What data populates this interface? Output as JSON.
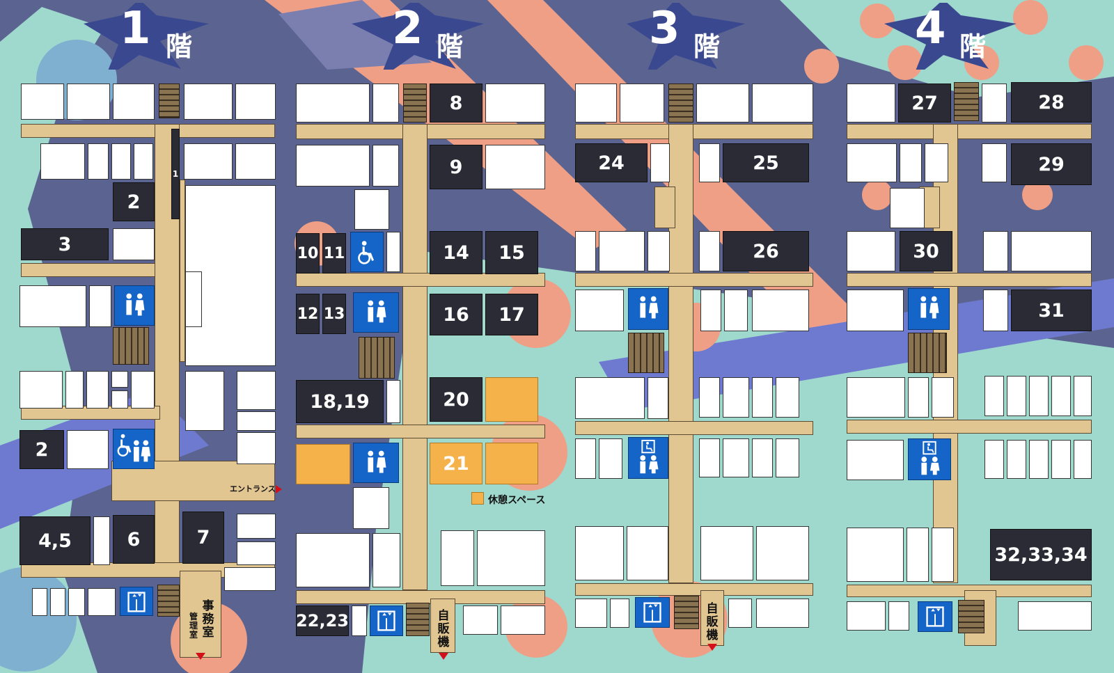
{
  "floors": [
    {
      "num": "1",
      "kai": "階"
    },
    {
      "num": "2",
      "kai": "階"
    },
    {
      "num": "3",
      "kai": "階"
    },
    {
      "num": "4",
      "kai": "階"
    }
  ],
  "booths": {
    "b1": "1",
    "b2a": "2",
    "b3": "3",
    "b2b": "2",
    "b45": "4,5",
    "b6": "6",
    "b7": "7",
    "b8": "8",
    "b9": "9",
    "b10": "10",
    "b11": "11",
    "b12": "12",
    "b13": "13",
    "b14": "14",
    "b15": "15",
    "b16": "16",
    "b17": "17",
    "b1819": "18,19",
    "b20": "20",
    "b21": "21",
    "b2223": "22,23",
    "b24": "24",
    "b25": "25",
    "b26": "26",
    "b27": "27",
    "b28": "28",
    "b29": "29",
    "b30": "30",
    "b31": "31",
    "b323334": "32,33,34"
  },
  "labels": {
    "office": "事務室",
    "management": "管理室",
    "entrance": "エントランス",
    "vending": "自販機",
    "rest_space": "休憩スペース"
  },
  "icons": {
    "accessible": "wheelchair-icon",
    "restroom": "restroom-icon",
    "elevator": "elevator-icon",
    "stairs": "stairs-icon"
  },
  "colors": {
    "background": "#5b6490",
    "corridor": "#e2c691",
    "booth": "#2b2b35",
    "room": "#ffffff",
    "rest_space": "#f5b24a",
    "facility": "#1565c8",
    "marker": "#d3101a",
    "mint": "#9fd8cc",
    "salmon": "#ee9f86"
  }
}
